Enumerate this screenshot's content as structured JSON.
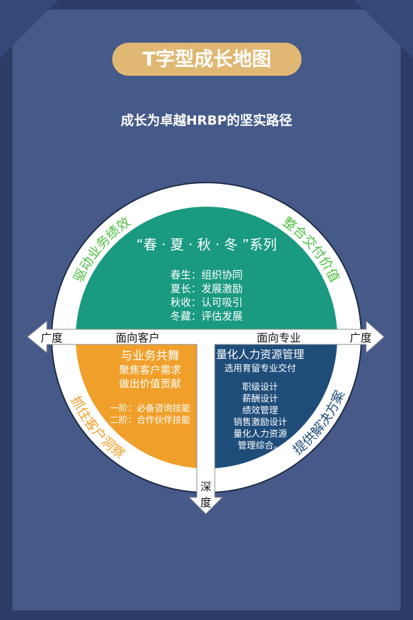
{
  "title": "T字型成长地图",
  "subtitle": "成长为卓越HRBP的坚实路径",
  "colors": {
    "teal": "#1a9a80",
    "orange": "#f0a02a",
    "blue": "#1f4d7a",
    "green": "#4bbf3f"
  },
  "arc_labels": {
    "top_left": "驱动业务绩效",
    "top_right": "整合交付价值",
    "bottom_left": "抓住客户洞察",
    "bottom_right": "提供解决方案"
  },
  "axis": {
    "left": "广度",
    "right": "广度",
    "down_1": "深",
    "down_2": "度",
    "customer": "面向客户",
    "professional": "面向专业"
  },
  "top": {
    "heading": "“春 · 夏 · 秋 · 冬 ”系列",
    "lines": [
      "春生：组织协同",
      "夏长：发展激励",
      "秋收：认可吸引",
      "冬藏：评估发展"
    ]
  },
  "left": {
    "lines": [
      "与业务共舞",
      "聚焦客户需求",
      "做出价值贡献"
    ],
    "levels": [
      "一阶：必备咨询技能",
      "二阶：合作伙伴技能"
    ]
  },
  "right": {
    "heading": "量化人力资源管理",
    "sub": "选用育留专业交付",
    "items": [
      "职级设计",
      "薪酬设计",
      "绩效管理",
      "销售激励设计",
      "量化人力资源",
      "管理综合。"
    ]
  }
}
